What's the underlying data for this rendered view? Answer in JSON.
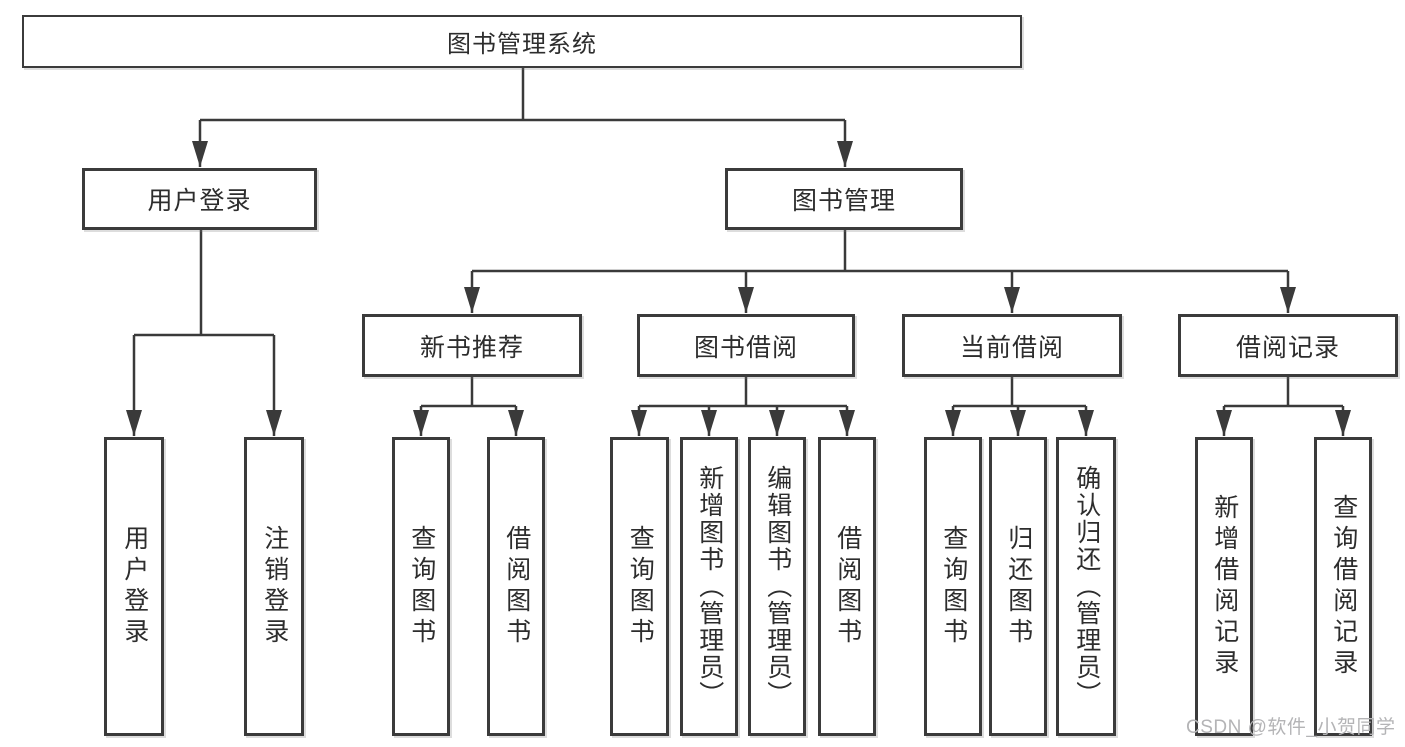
{
  "diagram": {
    "root": {
      "label": "图书管理系统"
    },
    "branches": [
      {
        "label": "用户登录",
        "leaves": [
          "用户登录",
          "注销登录"
        ]
      },
      {
        "label": "图书管理",
        "children": [
          {
            "label": "新书推荐",
            "leaves": [
              "查询图书",
              "借阅图书"
            ]
          },
          {
            "label": "图书借阅",
            "leaves": [
              "查询图书",
              "新增图书（管理员）",
              "编辑图书（管理员）",
              "借阅图书"
            ]
          },
          {
            "label": "当前借阅",
            "leaves": [
              "查询图书",
              "归还图书",
              "确认归还（管理员）"
            ]
          },
          {
            "label": "借阅记录",
            "leaves": [
              "新增借阅记录",
              "查询借阅记录"
            ]
          }
        ]
      }
    ],
    "line_color": "#3a3a3a",
    "border_color": "#3b3b3b",
    "text_color": "#2d2d2d"
  },
  "watermark": {
    "text": "CSDN @软件_小贺同学",
    "color": "#b4b4b6"
  }
}
